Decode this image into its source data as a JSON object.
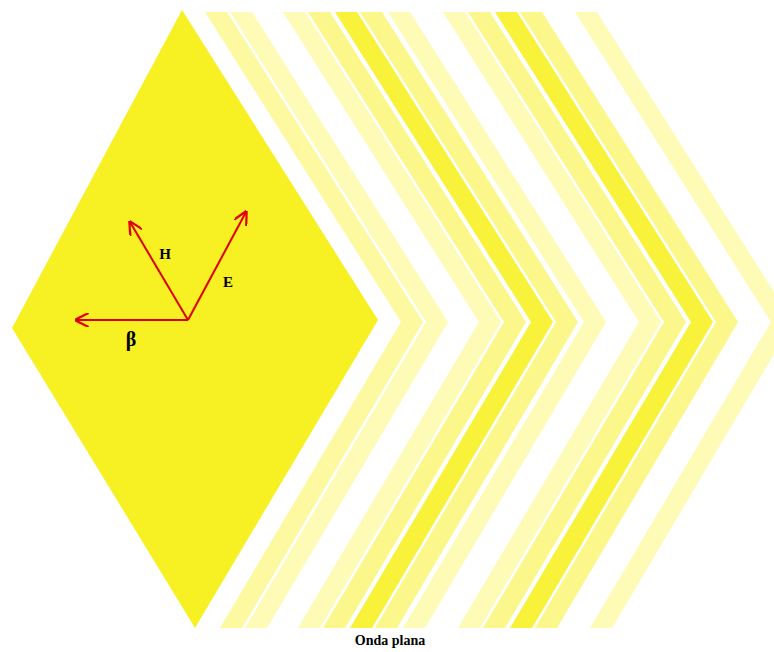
{
  "diagram": {
    "caption": "Onda plana",
    "labels": [
      "H",
      "E",
      "β"
    ]
  }
}
